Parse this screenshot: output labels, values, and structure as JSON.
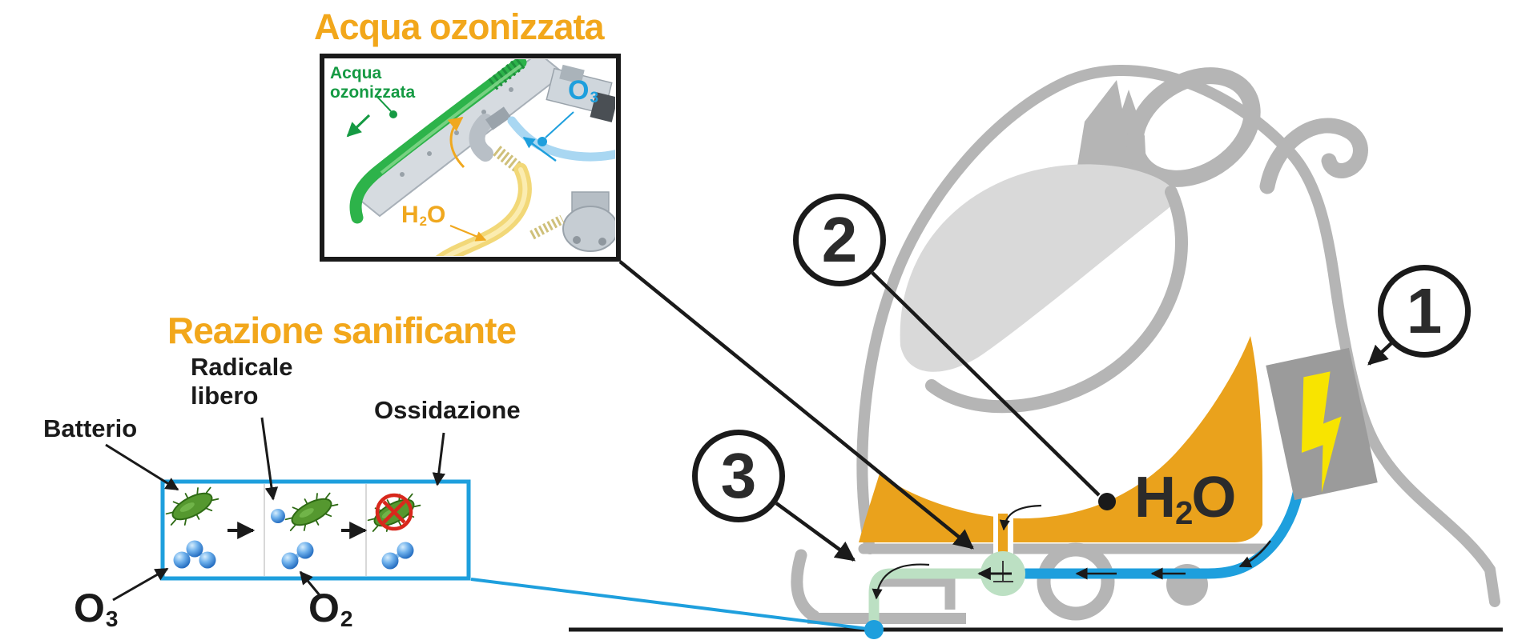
{
  "colors": {
    "title_orange": "#F2A71B",
    "tank_orange": "#EAA21C",
    "bright_blue": "#1E9FDD",
    "light_blue_tube": "#A9D7F2",
    "hose_green": "#2DB34A",
    "label_green": "#159A43",
    "pale_green": "#BCE0C3",
    "silhouette_gray": "#B5B5B5",
    "seat_gray": "#D9D9D9",
    "generator_gray": "#9B9B9B",
    "lightning_yellow": "#F8E400",
    "hose_yellow": "#F2D878",
    "prohibition_red": "#D8281C",
    "text_dark": "#1A1A1A"
  },
  "inset": {
    "title": "Acqua ozonizzata",
    "hose_label_line1": "Acqua",
    "hose_label_line2": "ozonizzata",
    "o3_symbol": "O",
    "o3_subscript": "3",
    "h2o_h": "H",
    "h2o_subscript": "2",
    "h2o_o": "O"
  },
  "reaction": {
    "title": "Reazione sanificante",
    "bacterium_label": "Batterio",
    "radical_label_line1": "Radicale",
    "radical_label_line2": "libero",
    "oxidation_label": "Ossidazione",
    "o3_symbol": "O",
    "o3_subscript": "3",
    "o2_symbol": "O",
    "o2_subscript": "2"
  },
  "machine": {
    "tank_h": "H",
    "tank_subscript": "2",
    "tank_o": "O",
    "markers": [
      {
        "label": "1"
      },
      {
        "label": "2"
      },
      {
        "label": "3"
      }
    ]
  }
}
